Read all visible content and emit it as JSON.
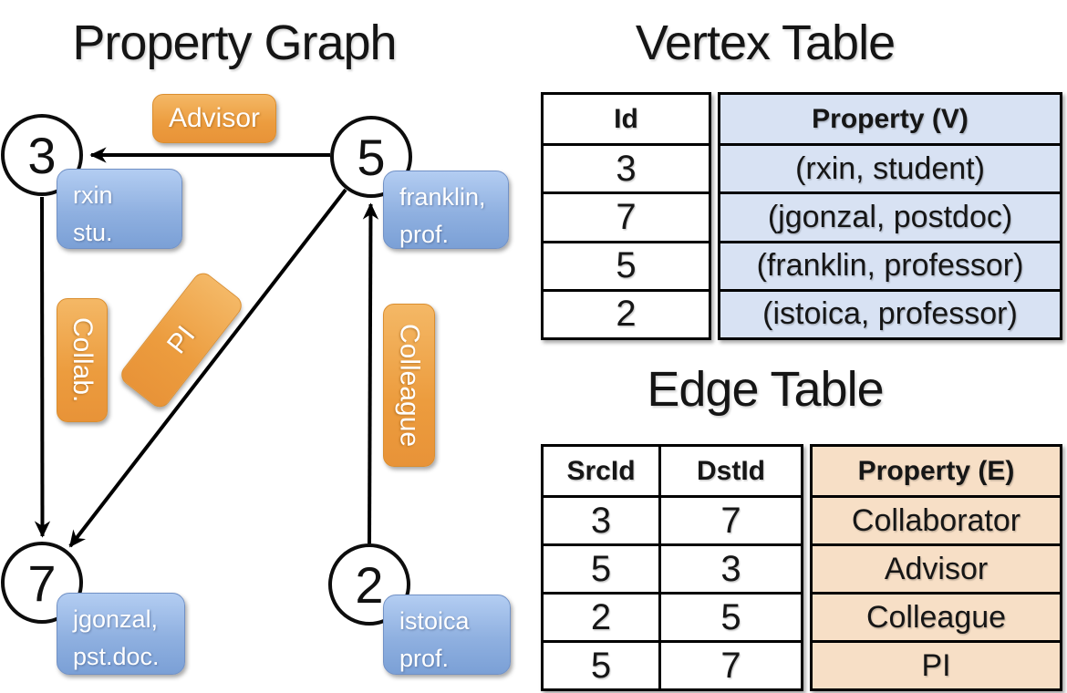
{
  "colors": {
    "edge_label_orange_top": "#F4B866",
    "edge_label_orange_bottom": "#E89338",
    "vertex_box_blue_top": "#B3CDF2",
    "vertex_box_blue_bottom": "#7BA0D6",
    "vertex_table_cell_bg": "#D8E2F3",
    "edge_table_cell_bg": "#F7DFC6",
    "line_color": "#000000"
  },
  "graph": {
    "title": "Property Graph",
    "nodes": [
      {
        "id": "3",
        "property_lines": [
          "rxin",
          "stu."
        ]
      },
      {
        "id": "5",
        "property_lines": [
          "franklin,",
          "prof."
        ]
      },
      {
        "id": "7",
        "property_lines": [
          "jgonzal,",
          "pst.doc."
        ]
      },
      {
        "id": "2",
        "property_lines": [
          "istoica",
          "prof."
        ]
      }
    ],
    "edge_labels": [
      {
        "text": "Advisor"
      },
      {
        "text": "Collab."
      },
      {
        "text": "PI"
      },
      {
        "text": "Colleague"
      }
    ],
    "edges": [
      {
        "from": "5",
        "to": "3"
      },
      {
        "from": "3",
        "to": "7"
      },
      {
        "from": "5",
        "to": "7"
      },
      {
        "from": "2",
        "to": "5"
      }
    ]
  },
  "vertex_table": {
    "title": "Vertex Table",
    "columns": [
      "Id",
      "Property (V)"
    ],
    "rows": [
      {
        "id": "3",
        "property": "(rxin, student)"
      },
      {
        "id": "7",
        "property": "(jgonzal, postdoc)"
      },
      {
        "id": "5",
        "property": "(franklin, professor)"
      },
      {
        "id": "2",
        "property": "(istoica, professor)"
      }
    ]
  },
  "edge_table": {
    "title": "Edge Table",
    "columns": [
      "SrcId",
      "DstId",
      "Property (E)"
    ],
    "rows": [
      {
        "src": "3",
        "dst": "7",
        "property": "Collaborator"
      },
      {
        "src": "5",
        "dst": "3",
        "property": "Advisor"
      },
      {
        "src": "2",
        "dst": "5",
        "property": "Colleague"
      },
      {
        "src": "5",
        "dst": "7",
        "property": "PI"
      }
    ]
  }
}
